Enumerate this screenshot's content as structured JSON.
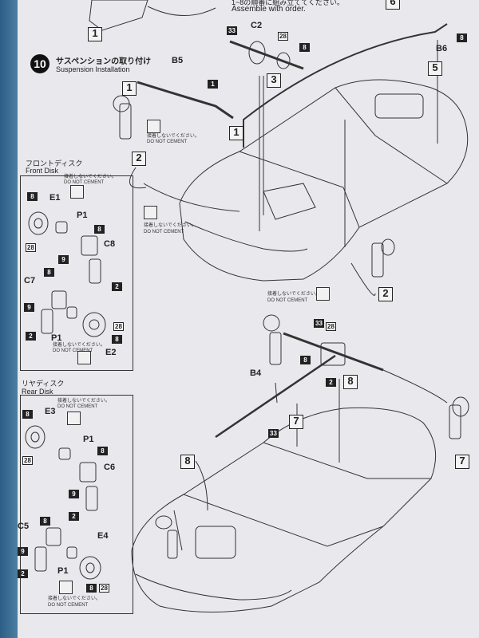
{
  "header": {
    "top_line_jp": "1~8の順番に組み立ててください。",
    "top_line_en": "Assemble with order.",
    "step_number": "10",
    "step_title_jp": "サスペンションの取り付け",
    "step_title_en": "Suspension Installation"
  },
  "sections": {
    "front_disk_jp": "フロントディスク",
    "front_disk_en": "Front Disk",
    "rear_disk_jp": "リヤディスク",
    "rear_disk_en": "Rear Disk"
  },
  "notes": {
    "no_cement_jp": "接着しないでください。",
    "no_cement_en": "DO NOT CEMENT"
  },
  "parts": {
    "c2": "C2",
    "b5": "B5",
    "b6": "B6",
    "b4": "B4",
    "e1": "E1",
    "p1": "P1",
    "c8": "C8",
    "c7": "C7",
    "e2": "E2",
    "e3": "E3",
    "c6": "C6",
    "c5": "C5",
    "e4": "E4"
  },
  "callouts": {
    "one": "1",
    "two": "2",
    "three": "3",
    "five": "5",
    "six": "6",
    "seven": "7",
    "eight": "8"
  },
  "paint_codes": {
    "p1": "1",
    "p2": "2",
    "p8": "8",
    "p9": "9",
    "p28": "28",
    "p33": "33"
  },
  "colors": {
    "paper": "#e9e8ec",
    "ink": "#222222",
    "table_edge": "#2b5d86"
  }
}
